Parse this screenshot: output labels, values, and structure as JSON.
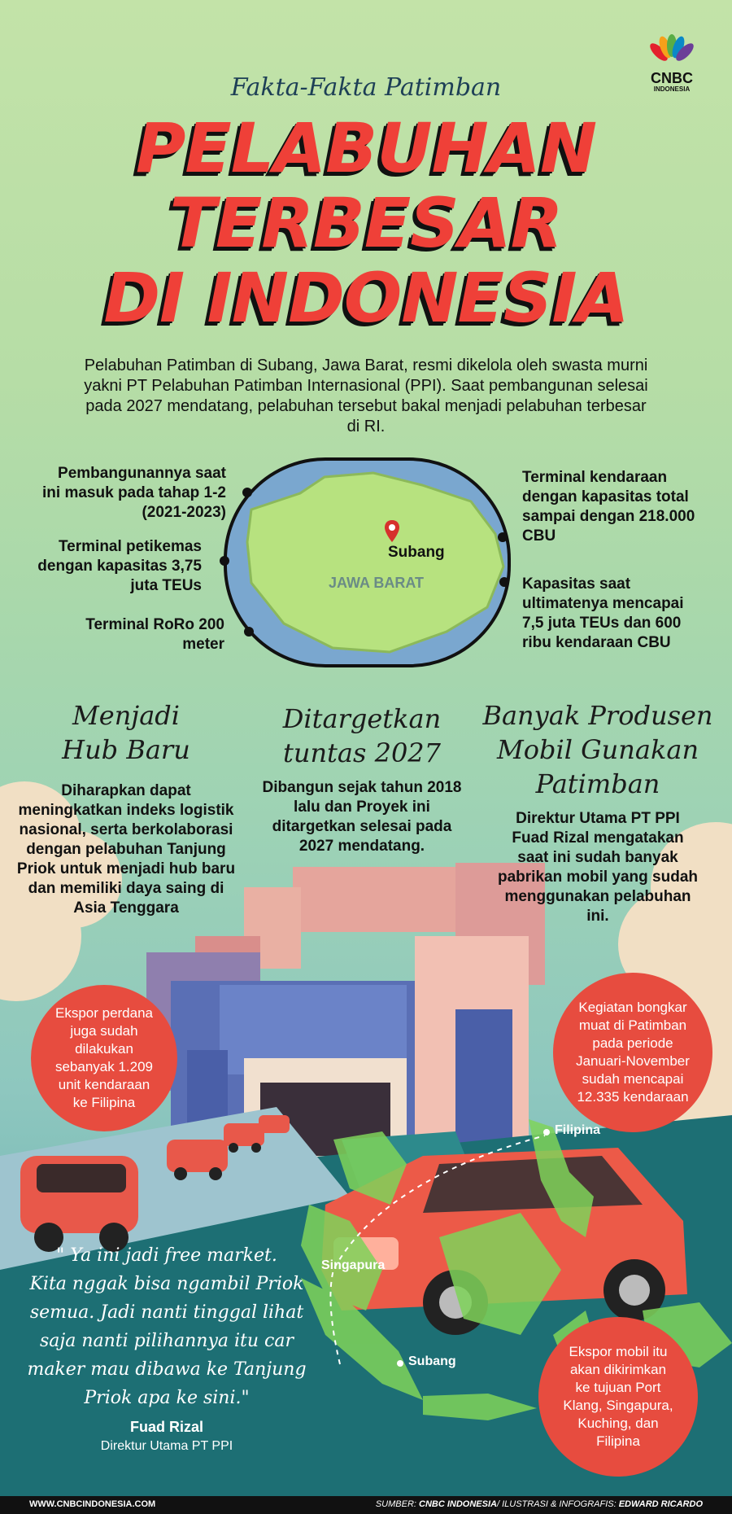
{
  "brand": {
    "name": "CNBC",
    "sub": "INDONESIA"
  },
  "header": {
    "subtitle": "Fakta-Fakta Patimban",
    "title_lines": [
      "PELABUHAN",
      "TERBESAR",
      "DI INDONESIA"
    ]
  },
  "intro": "Pelabuhan Patimban di Subang, Jawa Barat, resmi dikelola oleh swasta murni yakni PT Pelabuhan Patimban Internasional (PPI). Saat pembangunan selesai pada 2027 mendatang, pelabuhan tersebut bakal menjadi pelabuhan terbesar di RI.",
  "map": {
    "marker_label": "Subang",
    "region_label": "JAWA BARAT",
    "left_facts": [
      "Pembangunannya saat ini masuk pada tahap 1-2 (2021-2023)",
      "Terminal petikemas dengan kapasitas 3,75 juta TEUs",
      "Terminal RoRo 200 meter"
    ],
    "right_facts": [
      "Terminal kendaraan dengan kapasitas total sampai dengan 218.000 CBU",
      "Kapasitas saat ultimatenya mencapai 7,5 juta TEUs dan 600 ribu kendaraan CBU"
    ]
  },
  "columns": [
    {
      "heading_lines": [
        "Menjadi",
        "Hub Baru"
      ],
      "body": "Diharapkan dapat meningkatkan indeks logistik nasional, serta berkolaborasi dengan pelabuhan Tanjung Priok untuk menjadi hub baru dan memiliki daya saing di Asia Tenggara"
    },
    {
      "heading_lines": [
        "Ditargetkan",
        "tuntas 2027"
      ],
      "body": "Dibangun sejak tahun 2018 lalu dan Proyek ini ditargetkan selesai pada 2027 mendatang."
    },
    {
      "heading_lines": [
        "Banyak Produsen",
        "Mobil Gunakan",
        "Patimban"
      ],
      "body": "Direktur Utama PT PPI Fuad Rizal mengatakan saat ini sudah banyak pabrikan mobil yang sudah menggunakan pelabuhan ini."
    }
  ],
  "bubbles": {
    "left": "Ekspor perdana juga sudah dilakukan sebanyak 1.209 unit kendaraan ke Filipina",
    "right": "Kegiatan bongkar muat di Patimban pada periode Januari-November sudah mencapai 12.335 kendaraan",
    "bottom": "Ekspor mobil itu akan dikirimkan ke tujuan Port Klang, Singapura, Kuching, dan Filipina"
  },
  "route_labels": {
    "filipina": "Filipina",
    "singapura": "Singapura",
    "subang": "Subang"
  },
  "quote": {
    "lines": [
      "\" Ya ini jadi free market.",
      "Kita nggak bisa ngambil Priok",
      "semua. Jadi nanti tinggal lihat",
      "saja nanti pilihannya itu car",
      "maker mau dibawa ke Tanjung",
      "Priok apa ke sini.\""
    ],
    "name": "Fuad Rizal",
    "role": "Direktur Utama PT PPI"
  },
  "footer": {
    "url": "WWW.CNBCINDONESIA.COM",
    "credit_prefix": "SUMBER: ",
    "credit_source": "CNBC INDONESIA",
    "credit_mid": "/ ILUSTRASI & INFOGRAFIS: ",
    "credit_author": "EDWARD RICARDO"
  },
  "colors": {
    "accent": "#ef4038",
    "bubble": "#e74c3f",
    "map_land": "#b7e27f",
    "map_water": "#7aa7cf",
    "footer": "#111111"
  }
}
